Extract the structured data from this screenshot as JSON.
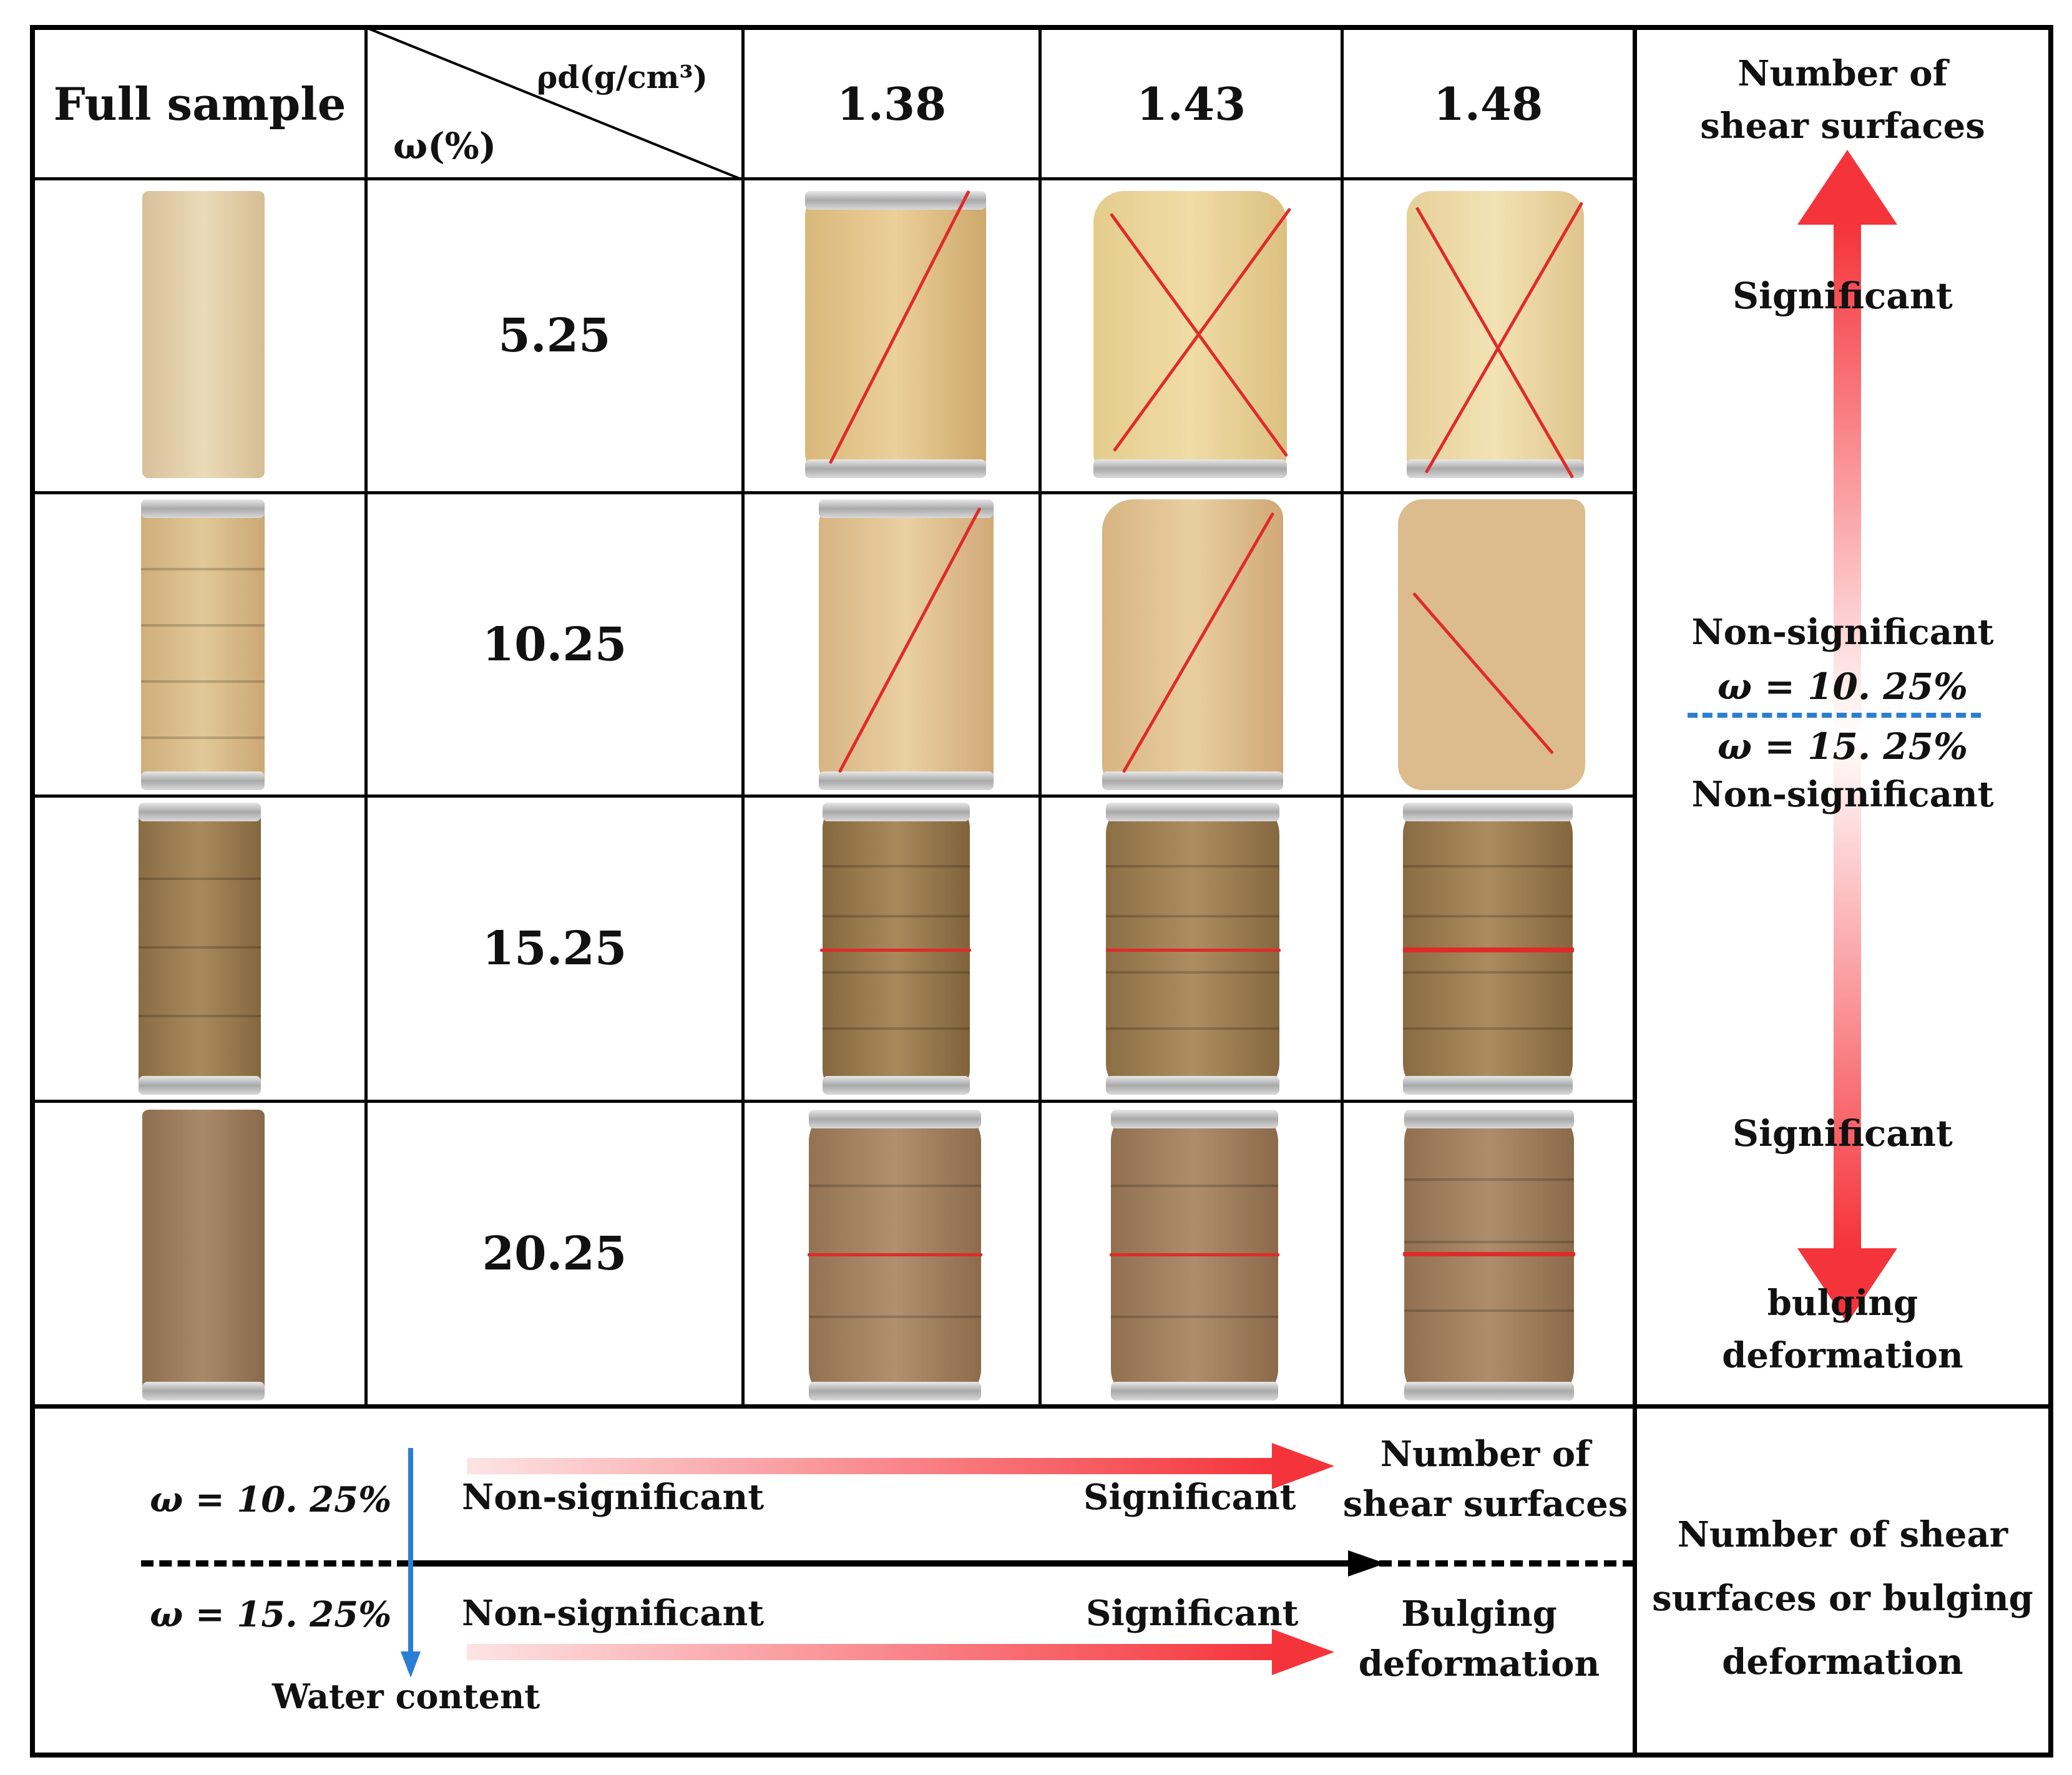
{
  "header": {
    "full_sample": "Full sample",
    "rho_label": "ρd(g/cm³)",
    "omega_label": "ω(%)",
    "densities": [
      "1.38",
      "1.43",
      "1.48"
    ]
  },
  "rows": [
    {
      "water_content": "5.25"
    },
    {
      "water_content": "10.25"
    },
    {
      "water_content": "15.25"
    },
    {
      "water_content": "20.25"
    }
  ],
  "right_panel": {
    "top_title": "Number of\nshear surfaces",
    "significant_top": "Significant",
    "non_significant_upper": "Non-significant",
    "omega_upper": "ω = 10. 25%",
    "omega_lower": "ω = 15. 25%",
    "non_significant_lower": "Non-significant",
    "significant_bottom": "Significant",
    "bottom_title": "bulging\ndeformation",
    "arrow_color": "#f5333a",
    "divider_color": "#2a7fd4"
  },
  "bottom_panel": {
    "omega_upper": "ω = 10. 25%",
    "omega_lower": "ω = 15. 25%",
    "upper_start": "Non-significant",
    "upper_end": "Significant",
    "upper_target": "Number of\nshear surfaces",
    "lower_start": "Non-significant",
    "lower_end": "Significant",
    "lower_target": "Bulging\ndeformation",
    "axis_label": "Water content",
    "right_label": "Number of shear\nsurfaces or bulging\ndeformation"
  },
  "colors": {
    "sample_5_25": "#e3cc9f",
    "sample_10_25": "#dcbc8c",
    "sample_15_25": "#9c7d52",
    "sample_20_25": "#9a7a58",
    "crack": "#e02a2a"
  }
}
